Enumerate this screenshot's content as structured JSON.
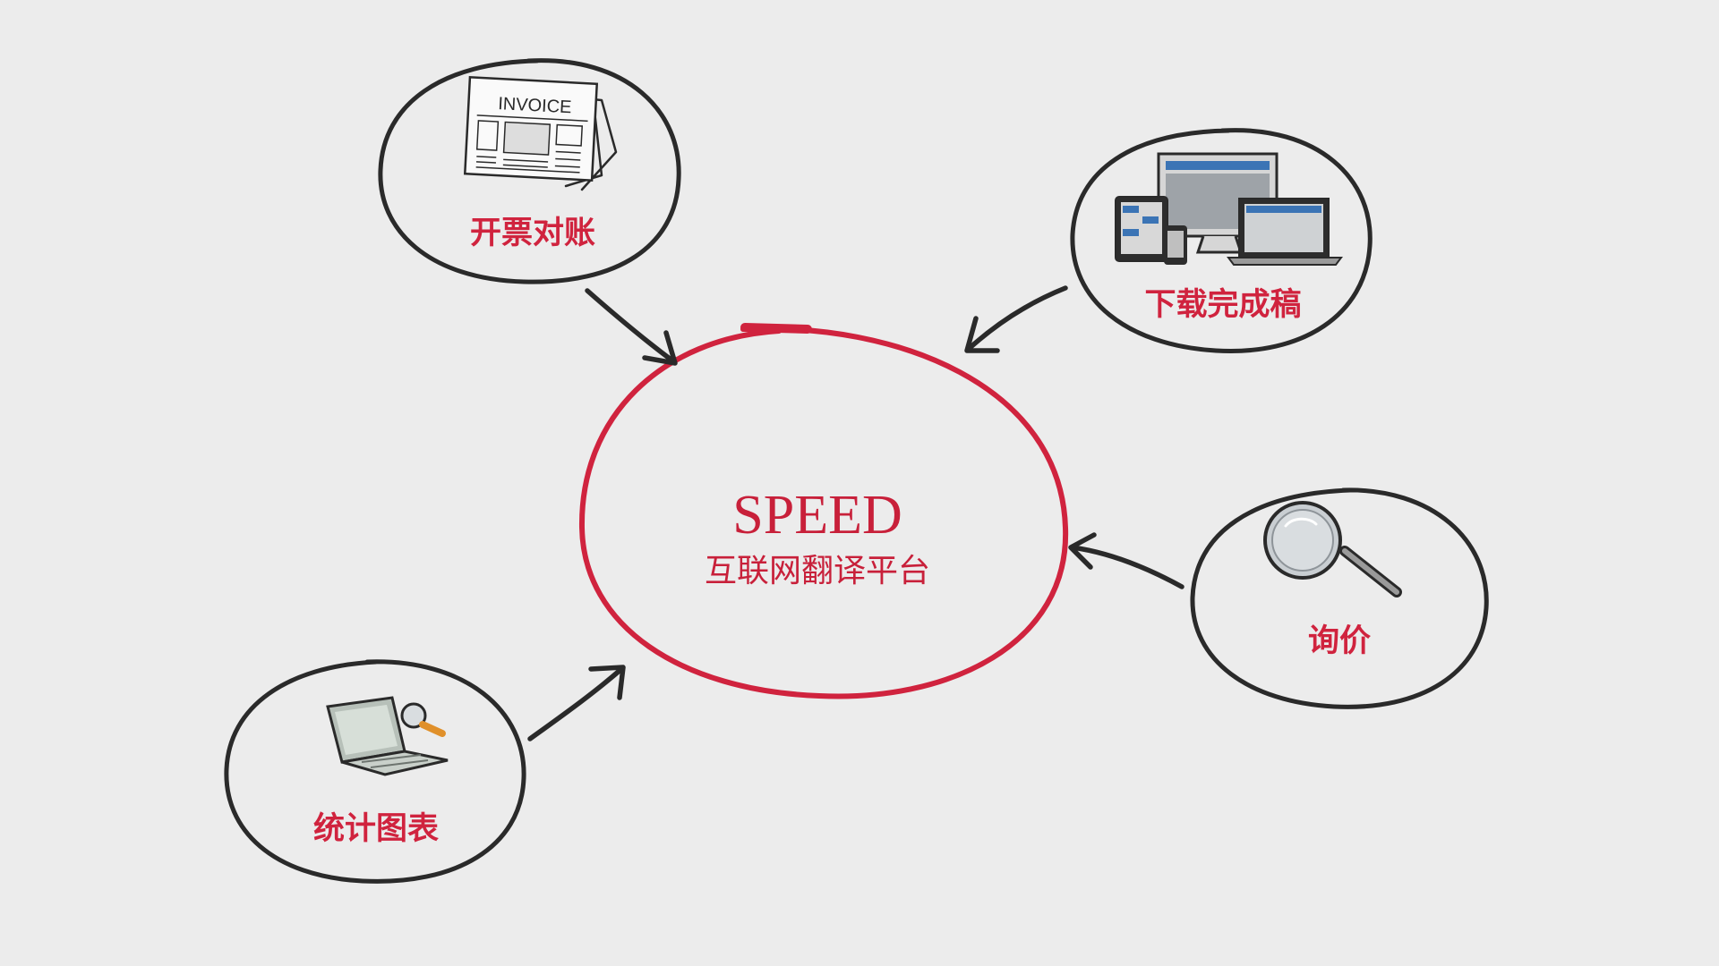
{
  "center": {
    "title": "SPEED",
    "subtitle": "互联网翻译平台",
    "accent_color": "#c8203a"
  },
  "nodes": {
    "invoice": {
      "label": "开票对账",
      "icon": "invoice-newspaper-icon",
      "icon_text": "INVOICE"
    },
    "download": {
      "label": "下载完成稿",
      "icon": "devices-icon"
    },
    "quote": {
      "label": "询价",
      "icon": "magnifying-glass-icon"
    },
    "stats": {
      "label": "统计图表",
      "icon": "laptop-search-icon"
    }
  },
  "colors": {
    "background": "#ececec",
    "ink": "#2a2a2a",
    "label": "#d0233e"
  }
}
